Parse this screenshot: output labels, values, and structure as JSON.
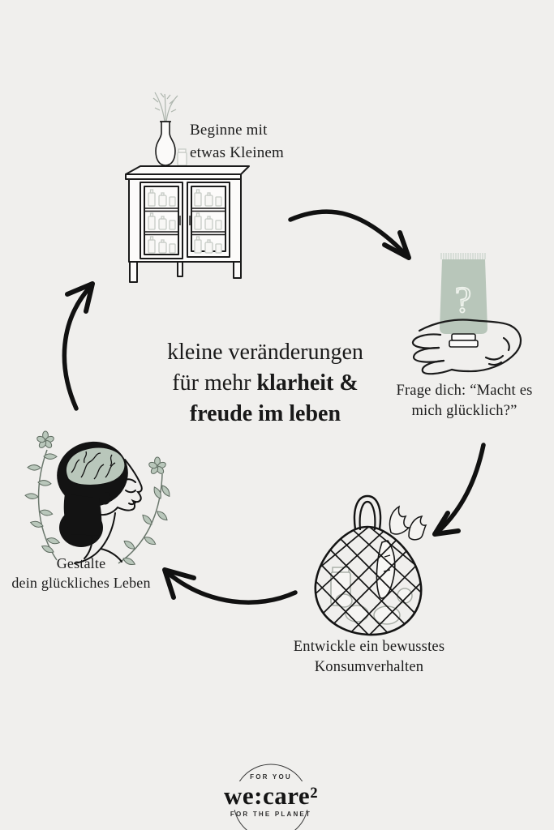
{
  "palette": {
    "background": "#f0efed",
    "ink": "#161616",
    "sage": "#b8c6ba"
  },
  "headline": {
    "line1": "kleine veränderungen",
    "line2_regular": "für mehr ",
    "line2_bold": "klarheit &",
    "line3_bold": "freude im leben"
  },
  "steps": [
    {
      "id": "start-small",
      "icon": "cabinet-icon",
      "label_line1": "Beginne mit",
      "label_line2": "etwas Kleinem"
    },
    {
      "id": "question-happiness",
      "icon": "hand-holding-tube-icon",
      "tube_glyph": "?",
      "label_line1": "Frage dich: “Macht es",
      "label_line2": "mich glücklich?”"
    },
    {
      "id": "conscious-consumption",
      "icon": "mesh-bag-icon",
      "label_line1": "Entwickle ein bewusstes",
      "label_line2": "Konsumverhalten"
    },
    {
      "id": "happy-life",
      "icon": "woman-mind-icon",
      "label_line1": "Gestalte",
      "label_line2": "dein glückliches Leben"
    }
  ],
  "logo": {
    "top_text": "FOR YOU",
    "wordmark": "we:care²",
    "bottom_text": "FOR THE PLANET"
  }
}
